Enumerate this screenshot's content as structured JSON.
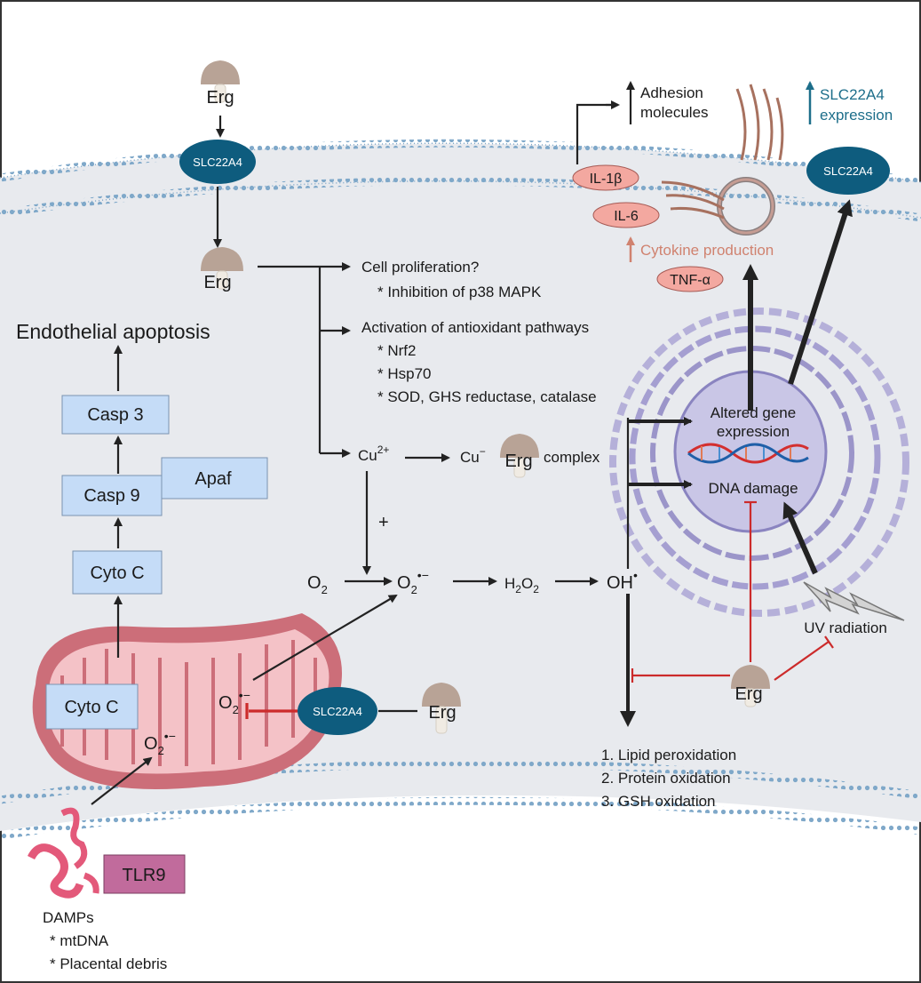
{
  "erg_label": "Erg",
  "slc_label": "SLC22A4",
  "slc_expression": {
    "line1": "SLC22A4",
    "line2": "expression"
  },
  "adhesion": {
    "line1": "Adhesion",
    "line2": "molecules"
  },
  "cytokines": [
    "IL-1β",
    "IL-6",
    "TNF-α"
  ],
  "cytokine_production": "Cytokine production",
  "erg_effects": {
    "cell_proliferation": "Cell proliferation?",
    "p38": "* Inhibition of p38 MAPK",
    "antioxidant": "Activation of antioxidant pathways",
    "nrf2": "* Nrf2",
    "hsp70": "* Hsp70",
    "sod": "* SOD, GHS reductase, catalase"
  },
  "copper": {
    "cu2": "Cu",
    "cu2_sup": "2+",
    "cu": "Cu",
    "cu_sup": "−",
    "complex": "complex",
    "plus": "+"
  },
  "ros": {
    "o2": "O",
    "o2_sub": "2",
    "superoxide_sup": "•−",
    "h2o2_h": "H",
    "h2o2_o": "O",
    "sub2": "2",
    "oh": "OH",
    "oh_sup": "•"
  },
  "nucleus": {
    "altered_line1": "Altered gene",
    "altered_line2": "expression",
    "dna_damage": "DNA damage"
  },
  "uv_radiation": "UV radiation",
  "apoptosis": {
    "title": "Endothelial apoptosis",
    "casp3": "Casp 3",
    "casp9": "Casp 9",
    "apaf": "Apaf",
    "cyto_c": "Cyto C"
  },
  "oxidation_list": [
    "1. Lipid peroxidation",
    "2. Protein oxidation",
    "3. GSH oxidation"
  ],
  "tlr9": "TLR9",
  "damps": {
    "title": "DAMPs",
    "items": [
      "* mtDNA",
      "* Placental debris"
    ]
  },
  "colors": {
    "cell_fill": "#e8eaee",
    "membrane": "#7fa8c9",
    "slc_fill": "#0e5c7e",
    "box_fill": "#c5dcf7",
    "mito_outer": "#cc6e79",
    "mito_inner": "#f4c2c7",
    "cytokine_fill": "#f3a8a0",
    "nucleus": "#9b95c9",
    "tlr9_fill": "#c16b9c",
    "inhibit": "#cc2b2b",
    "teal_text": "#1d6e8a",
    "salmon_text": "#d0826f"
  }
}
